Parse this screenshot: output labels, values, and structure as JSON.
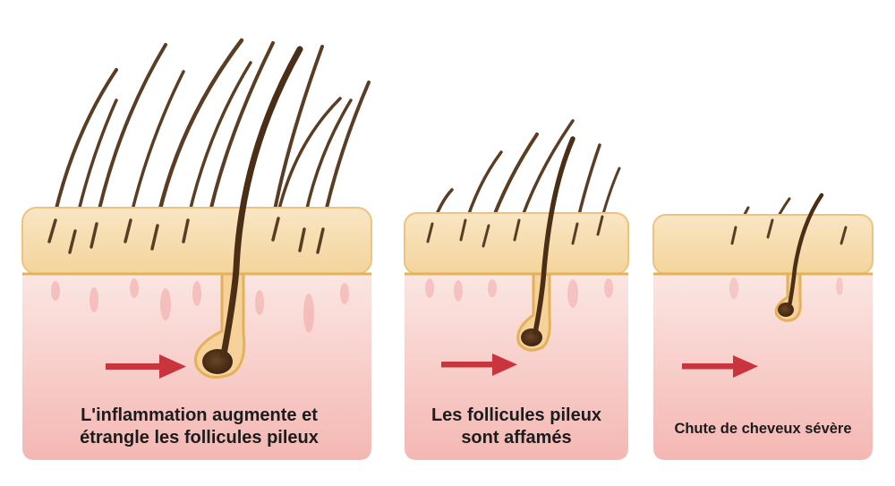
{
  "panels": [
    {
      "caption_lines": [
        "L'inflammation augmente et",
        "étrangle les follicules pileux"
      ]
    },
    {
      "caption_lines": [
        "Les follicules pileux",
        "sont affamés"
      ]
    },
    {
      "caption_lines": [
        "Chute de cheveux sévère"
      ]
    }
  ],
  "icons": [
    "arrow-right-icon",
    "hair-follicle-icon"
  ],
  "colors": {
    "background": "#ffffff",
    "epidermis": "#f7dcab",
    "epidermis_outline": "#e7b86e",
    "dermis_top": "#f9dcd8",
    "dermis_bottom": "#f4b9b6",
    "hair": "#5a3d22",
    "follicle_bulb": "#4b2e16",
    "follicle_outline": "#e9c05f",
    "arrow": "#c9343f"
  }
}
